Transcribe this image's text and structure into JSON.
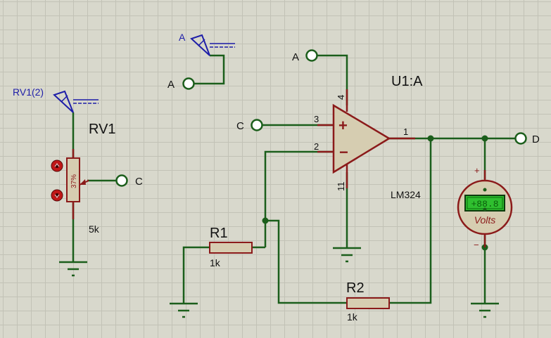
{
  "probes": {
    "rv1_probe": "RV1(2)",
    "a_probe": "A"
  },
  "terminals": {
    "a_left": "A",
    "a_top": "A",
    "c_input": "C",
    "c_wiper": "C",
    "d_output": "D"
  },
  "potentiometer": {
    "ref": "RV1",
    "value": "5k",
    "position": "37%"
  },
  "opamp": {
    "ref": "U1:A",
    "part": "LM324",
    "pin_noninv": "3",
    "pin_inv": "2",
    "pin_vcc": "4",
    "pin_gnd": "11",
    "pin_out": "1",
    "plus": "+",
    "minus": "−"
  },
  "resistors": {
    "r1_ref": "R1",
    "r1_value": "1k",
    "r2_ref": "R2",
    "r2_value": "1k"
  },
  "voltmeter": {
    "display": "+88.8",
    "unit": "Volts",
    "plus": "+",
    "minus": "−"
  },
  "colors": {
    "wire": "#1b5e1b",
    "component": "#8b1a1a",
    "component_fill": "#d6cdb1",
    "probe": "#1e1ea8",
    "display": "#2fbf2f"
  }
}
